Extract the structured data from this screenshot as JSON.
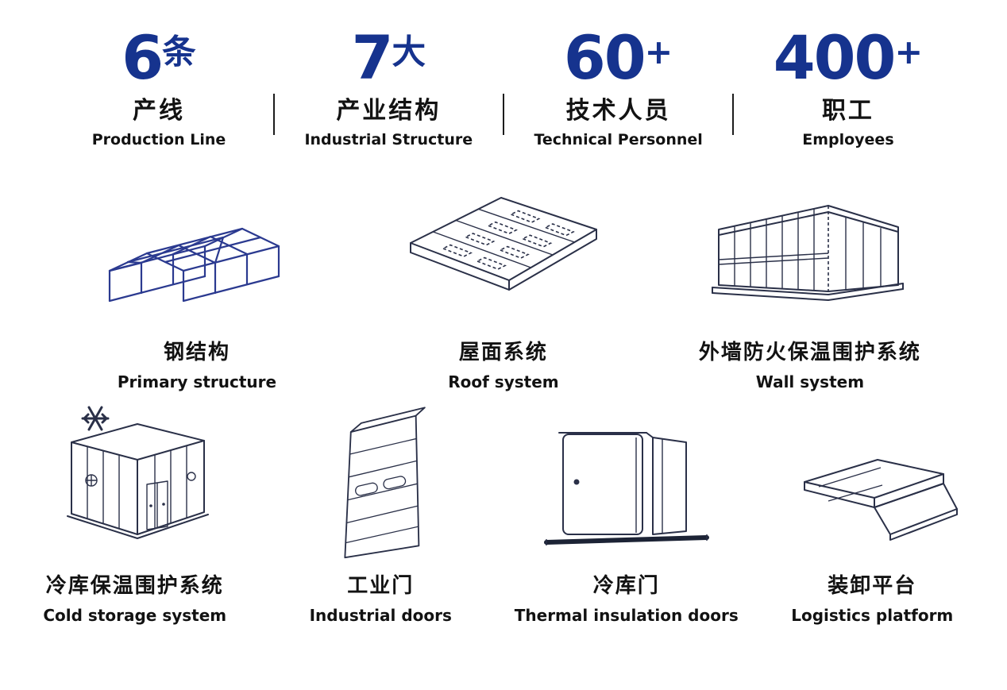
{
  "colors": {
    "accent": "#16338e",
    "ink": "#121212",
    "line": "#2a3048",
    "lineBlue": "#2b3a90"
  },
  "stats": [
    {
      "number": "6",
      "unit": "条",
      "zh": "产线",
      "en": "Production Line"
    },
    {
      "number": "7",
      "unit": "大",
      "zh": "产业结构",
      "en": "Industrial Structure"
    },
    {
      "number": "60",
      "unit": "+",
      "zh": "技术人员",
      "en": "Technical Personnel"
    },
    {
      "number": "400",
      "unit": "+",
      "zh": "职工",
      "en": "Employees"
    }
  ],
  "products": [
    {
      "icon": "steel-structure-icon",
      "zh": "钢结构",
      "en": "Primary structure"
    },
    {
      "icon": "roof-system-icon",
      "zh": "屋面系统",
      "en": "Roof system"
    },
    {
      "icon": "wall-system-icon",
      "zh": "外墙防火保温围护系统",
      "en": "Wall system"
    },
    {
      "icon": "cold-storage-icon",
      "zh": "冷库保温围护系统",
      "en": "Cold storage system"
    },
    {
      "icon": "industrial-door-icon",
      "zh": "工业门",
      "en": "Industrial doors"
    },
    {
      "icon": "insulation-door-icon",
      "zh": "冷库门",
      "en": "Thermal insulation doors"
    },
    {
      "icon": "loading-platform-icon",
      "zh": "装卸平台",
      "en": "Logistics platform"
    }
  ]
}
